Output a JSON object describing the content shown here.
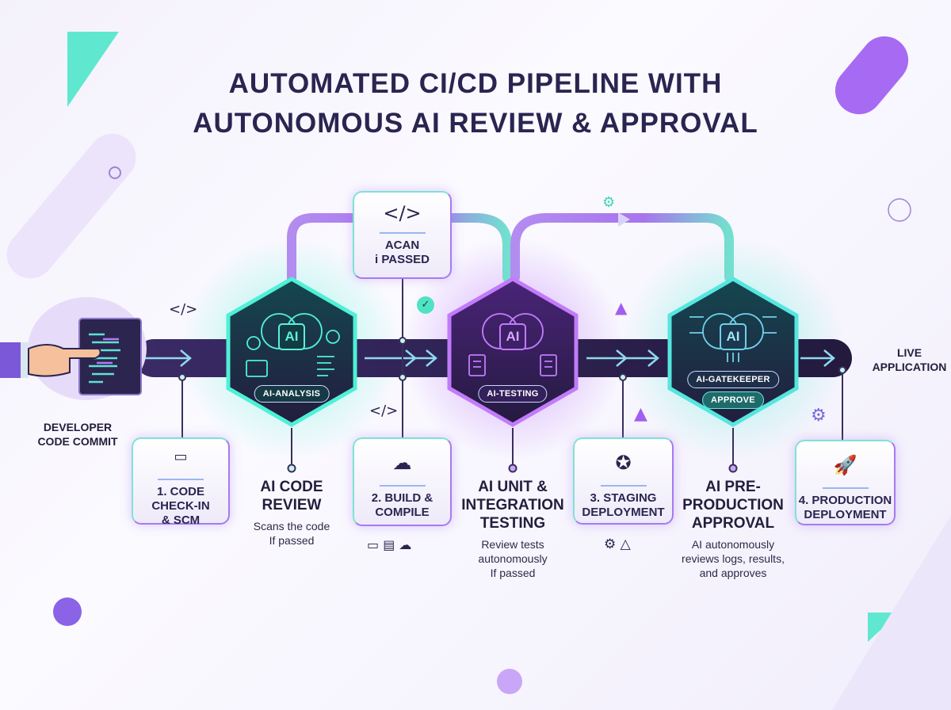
{
  "title": {
    "line1": "AUTOMATED CI/CD PIPELINE WITH",
    "line2": "AUTONOMOUS AI REVIEW & APPROVAL"
  },
  "developer": {
    "label_line1": "DEVELOPER",
    "label_line2": "CODE COMMIT"
  },
  "live": {
    "label_line1": "LIVE",
    "label_line2": "APPLICATION"
  },
  "top_box": {
    "icon": "code-icon",
    "line1": "ACAN",
    "line2": "i PASSED"
  },
  "steps": [
    {
      "icon": "code-window-icon",
      "line1": "1. CODE",
      "line2": "CHECK-IN",
      "line3": "& SCM"
    },
    {
      "icon": "cloud-build-icon",
      "line1": "2. BUILD &",
      "line2": "COMPILE"
    },
    {
      "icon": "staging-badge-icon",
      "line1": "3. STAGING",
      "line2": "DEPLOYMENT"
    },
    {
      "icon": "rocket-icon",
      "line1": "4. PRODUCTION",
      "line2": "DEPLOYMENT"
    }
  ],
  "ai_stages": [
    {
      "chip": "AI",
      "pill": "AI-ANALYSIS",
      "title1": "AI CODE",
      "title2": "REVIEW",
      "desc1": "Scans the code",
      "desc2": "If passed",
      "color": "#3fe0c8"
    },
    {
      "chip": "AI",
      "pill": "AI-TESTING",
      "title1": "AI UNIT &",
      "title2": "INTEGRATION",
      "title3": "TESTING",
      "desc1": "Review tests",
      "desc2": "autonomously",
      "desc3": "If passed",
      "color": "#b06cf5"
    },
    {
      "chip": "AI",
      "pill": "AI-GATEKEEPER",
      "pill2": "APPROVE",
      "title1": "AI PRE-",
      "title2": "PRODUCTION",
      "title3": "APPROVAL",
      "desc1": "AI autonomously",
      "desc2": "reviews logs, results,",
      "desc3": "and approves",
      "color": "#3fe0c8"
    }
  ],
  "colors": {
    "teal": "#3fe0c8",
    "purple": "#a868f2",
    "pipe": "#2b1f4a",
    "text": "#2a2550"
  }
}
